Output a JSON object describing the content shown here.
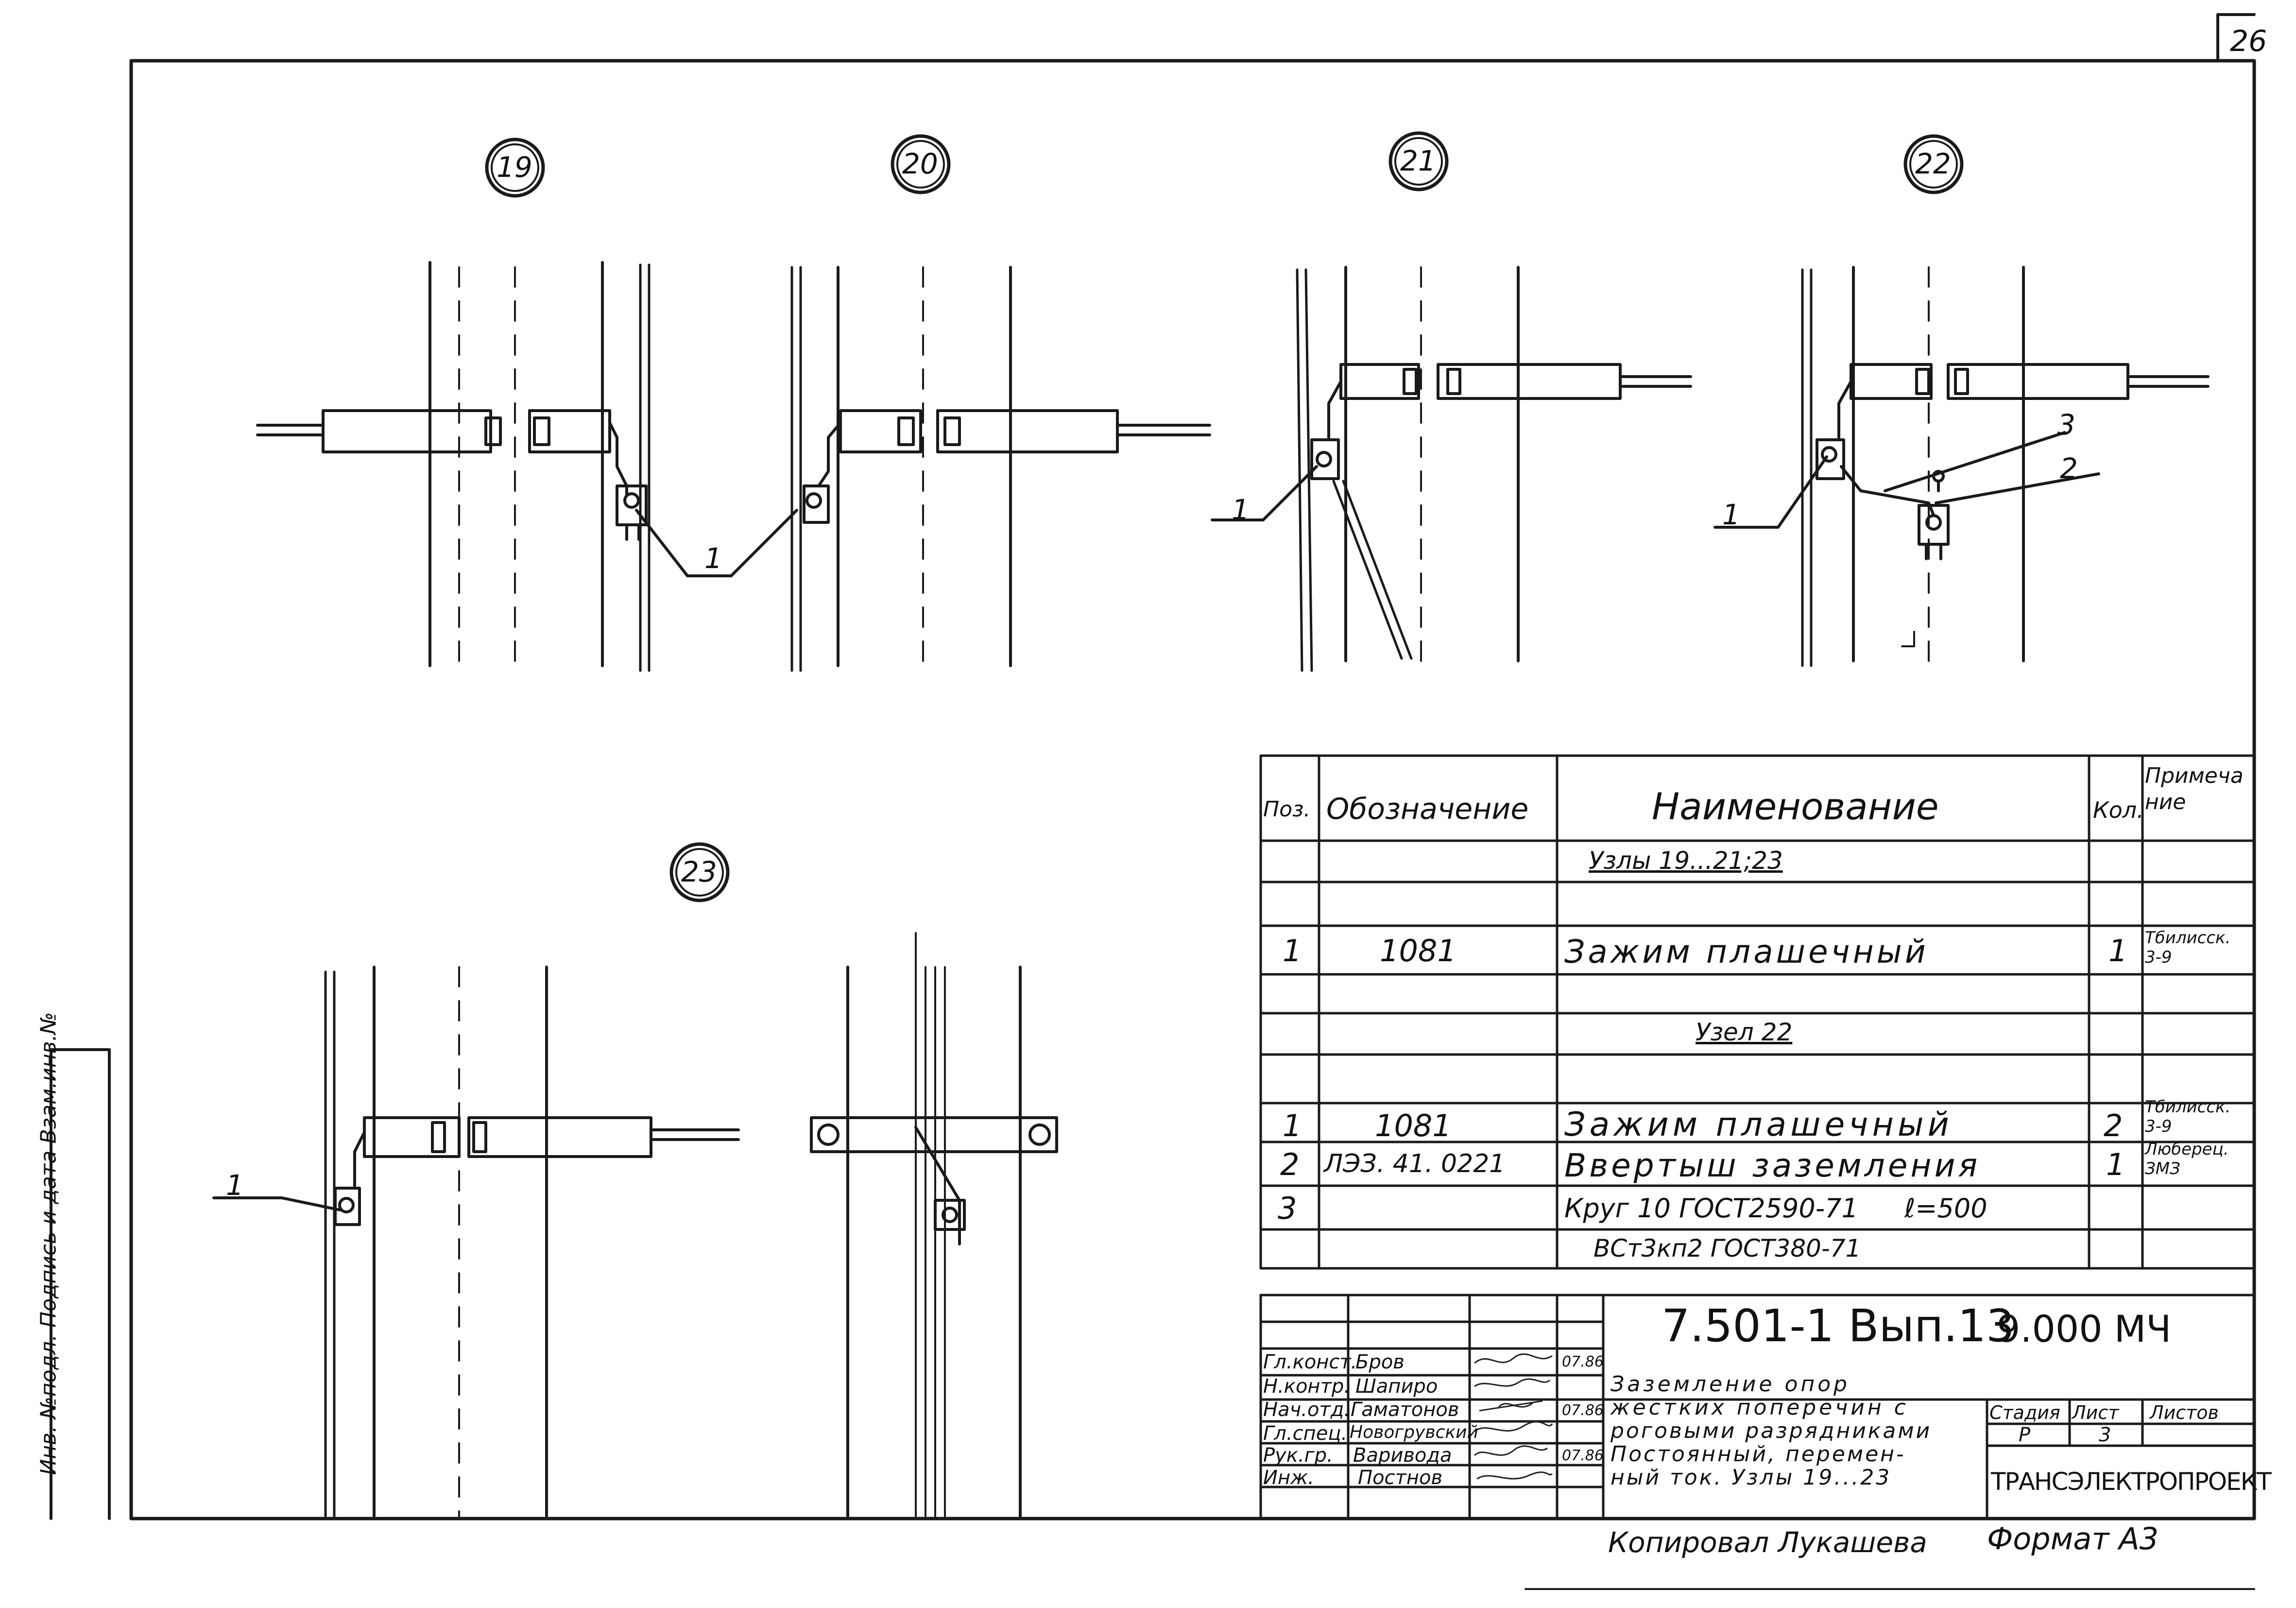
{
  "sheet": {
    "number": "26",
    "format": "Формат А3",
    "copied_by": "Копировал Лукашева"
  },
  "side_strip": {
    "text": "Инв. №подл. Подпись и дата Взам.инв.№"
  },
  "details": [
    {
      "id": "19",
      "label": "1"
    },
    {
      "id": "20",
      "label": "1"
    },
    {
      "id": "21",
      "label": "1"
    },
    {
      "id": "22",
      "labels": [
        "1",
        "2",
        "3"
      ]
    },
    {
      "id": "23",
      "label": "1"
    }
  ],
  "spec_table": {
    "headers": {
      "pos": "Поз.",
      "designation": "Обозначение",
      "name": "Наименование",
      "qty": "Кол.",
      "note": "Примечание"
    },
    "group1": "Узлы 19...21;23",
    "group2": "Узел 22",
    "rows": [
      {
        "pos": "1",
        "designation": "1081",
        "name": "Зажим плашечный",
        "qty": "1",
        "note": "Тбилисск. 3-9"
      },
      {
        "pos": "1",
        "designation": "1081",
        "name": "Зажим плашечный",
        "qty": "2",
        "note": "Тбилисск. 3-9"
      },
      {
        "pos": "2",
        "designation": "ЛЭЗ. 41. 0221",
        "name": "Ввертыш заземления",
        "qty": "1",
        "note": "Люберец. ЗМЗ"
      },
      {
        "pos": "3",
        "designation": "",
        "name": "Круг 10 ГОСТ2590-71",
        "name_extra": "ℓ=500",
        "name_line2": "ВСт3кп2 ГОСТ380-71",
        "qty": "",
        "note": ""
      }
    ]
  },
  "title_block": {
    "code": "7.501-1 Вып.13",
    "mark": "9.000 МЧ",
    "title": [
      "Заземление опор",
      "жестких поперечин с",
      "роговыми разрядниками",
      "Постоянный, перемен-",
      "ный ток. Узлы 19...23"
    ],
    "stage_label": "Стадия",
    "sheet_label": "Лист",
    "sheets_label": "Листов",
    "stage": "Р",
    "sheet": "3",
    "sheets": "",
    "org": "ТРАНСЭЛЕКТРОПРОЕКТ",
    "staff": [
      {
        "role": "Гл.конст.",
        "name": "Бров",
        "date": "07.86"
      },
      {
        "role": "Н.контр.",
        "name": "Шапиро",
        "date": ""
      },
      {
        "role": "Нач.отд.",
        "name": "Гаматонов",
        "date": "07.86"
      },
      {
        "role": "Гл.спец.",
        "name": "Новогрувский",
        "date": ""
      },
      {
        "role": "Рук.гр.",
        "name": "Варивода",
        "date": "07.86"
      },
      {
        "role": "Инж.",
        "name": "Постнов",
        "date": ""
      }
    ]
  }
}
